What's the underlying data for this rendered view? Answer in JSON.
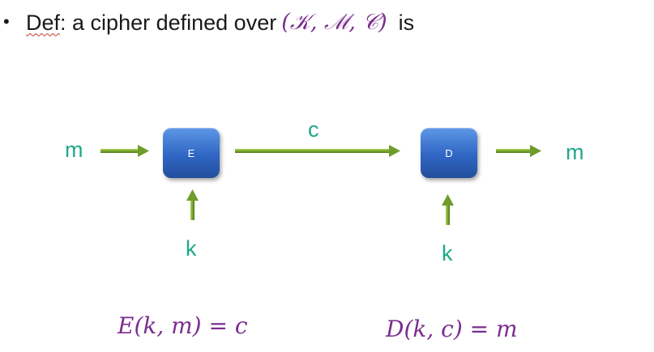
{
  "header": {
    "bullet": "•",
    "def_word": "Def",
    "text_after": ": a cipher defined over",
    "math": "(𝒦, ℳ, 𝒞)",
    "text_end": "is"
  },
  "diagram": {
    "input_label": "m",
    "encrypt_box": "E",
    "ciphertext_label": "c",
    "decrypt_box": "D",
    "output_label": "m",
    "key_label_left": "k",
    "key_label_right": "k"
  },
  "formulas": {
    "encrypt": "E(k, m) = c",
    "decrypt": "D(k, c) = m"
  },
  "colors": {
    "accent_teal": "#1ea88a",
    "math_purple": "#7a2d8f",
    "box_blue": "#2f66c4",
    "arrow_green": "#6f9c2a"
  }
}
